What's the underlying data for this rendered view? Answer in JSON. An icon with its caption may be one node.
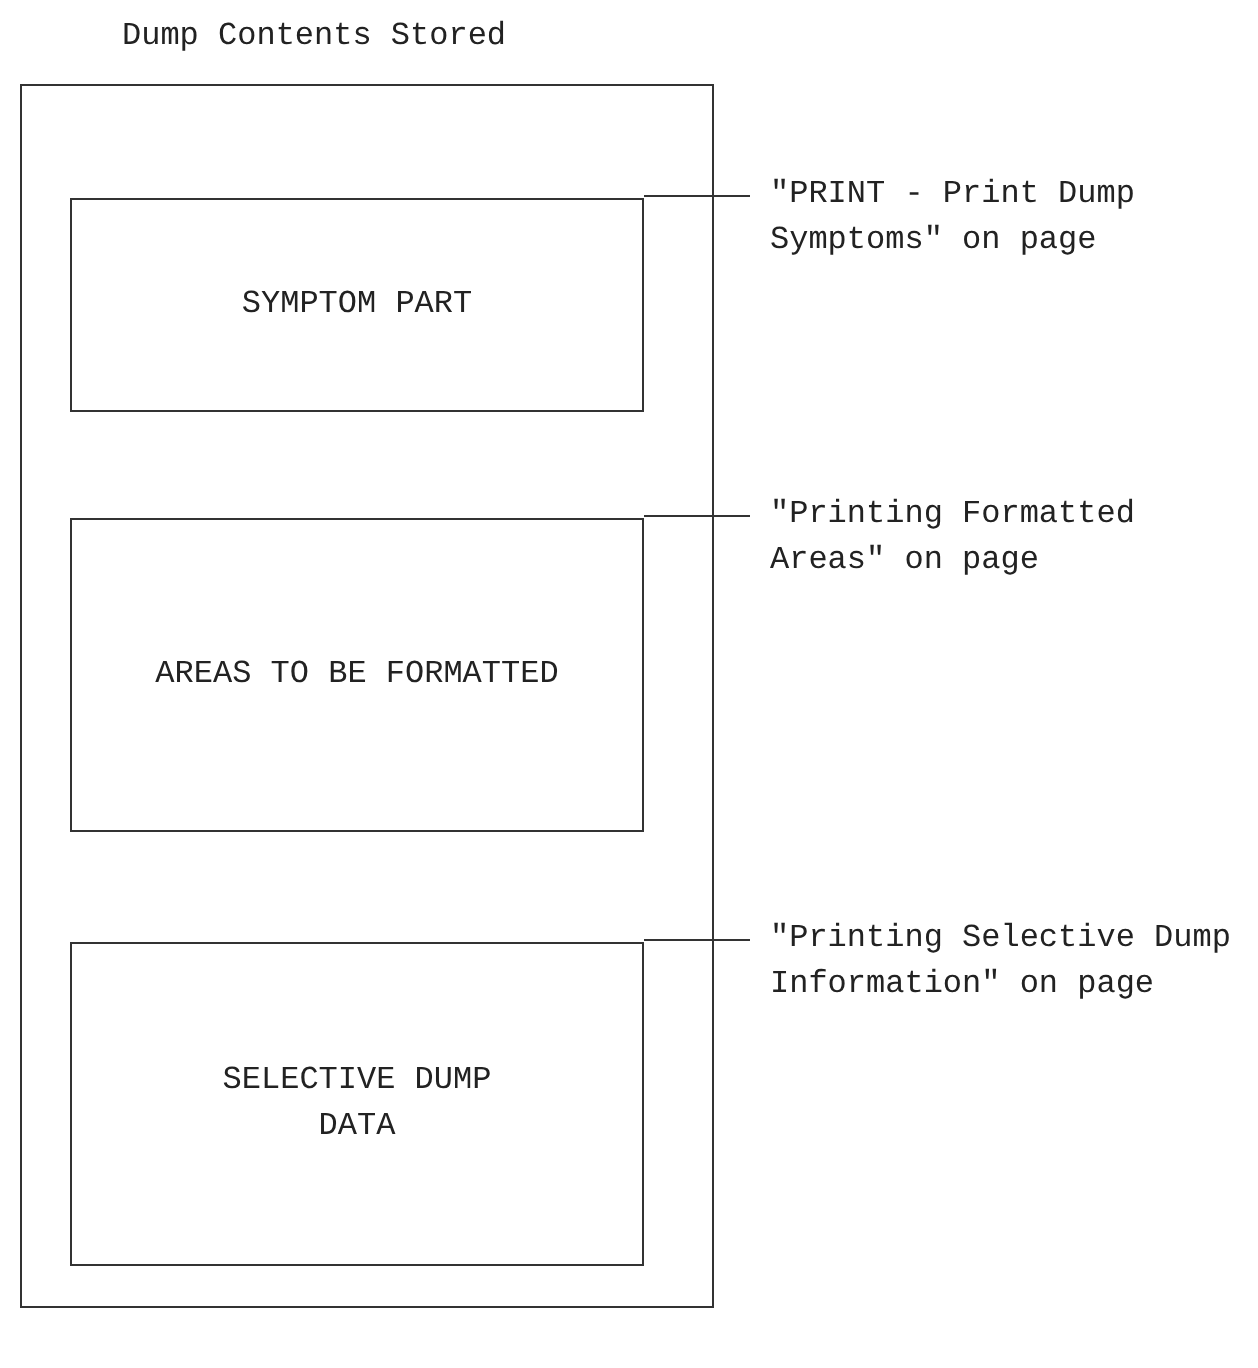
{
  "diagram": {
    "nodes": [
      {
        "text": [
          "Dump Contents Stored"
        ]
      },
      {
        "text": [
          "SYMPTOM PART"
        ],
        "in": 0
      },
      {
        "text": [
          "\"PRINT - Print Dump Symptoms\" on page"
        ]
      },
      {
        "text": [
          "AREAS TO BE FORMATTED"
        ],
        "in": 0
      },
      {
        "text": [
          "\"Printing Formatted Areas\" on page"
        ]
      },
      {
        "text": [
          "SELECTIVE DUMP DATA"
        ],
        "in": 0
      },
      {
        "text": [
          "\"Printing Selective Dump Information\" on page"
        ]
      }
    ],
    "edges": [
      {
        "from": 2,
        "to": 1,
        "arrow": "none"
      },
      {
        "from": 4,
        "to": 3,
        "arrow": "none"
      },
      {
        "from": 6,
        "to": 5,
        "arrow": "none"
      }
    ]
  }
}
